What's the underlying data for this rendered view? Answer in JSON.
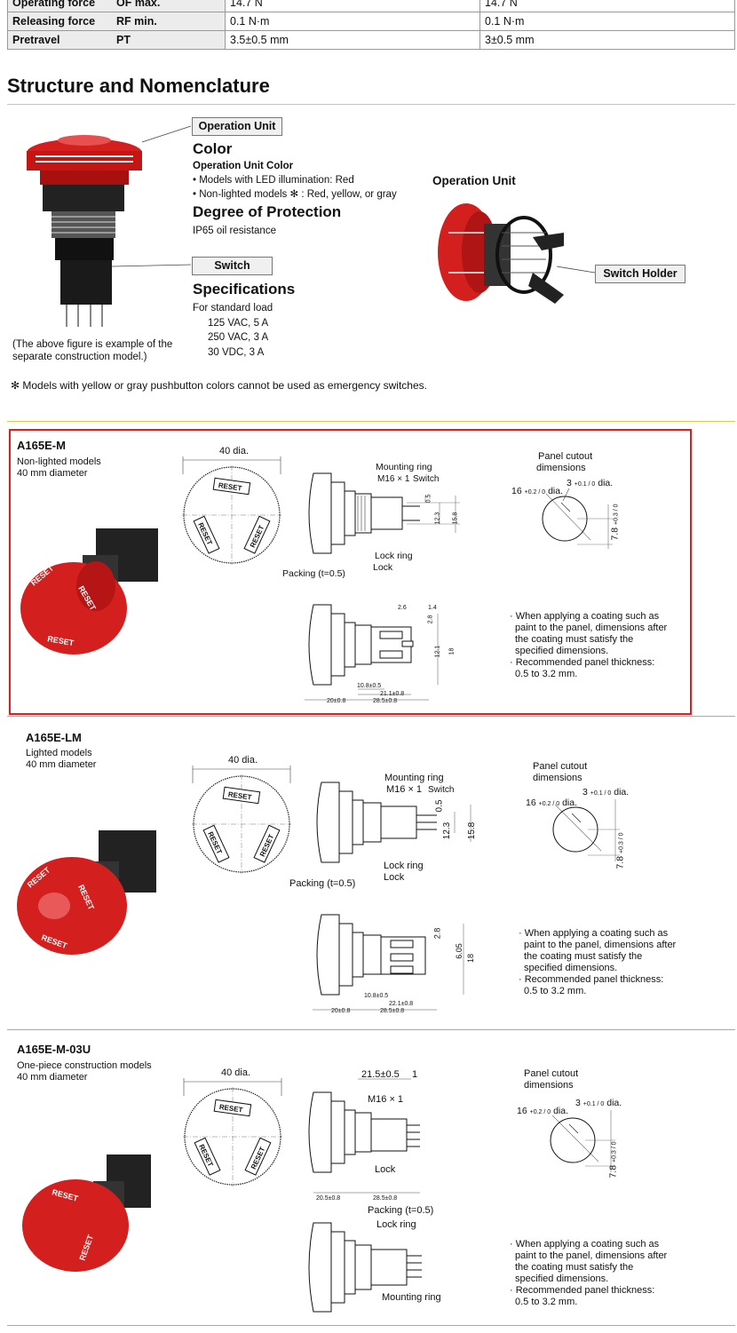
{
  "spec_table": {
    "rows": [
      {
        "name": "Operating force",
        "symbol": "OF max.",
        "value1": "14.7 N",
        "value2": "14.7 N"
      },
      {
        "name": "Releasing force",
        "symbol": "RF min.",
        "value1": "0.1 N·m",
        "value2": "0.1 N·m"
      },
      {
        "name": "Pretravel",
        "symbol": "PT",
        "value1": "3.5±0.5 mm",
        "value2": "3±0.5 mm"
      }
    ]
  },
  "structure": {
    "title": "Structure and Nomenclature",
    "operation_unit_label": "Operation Unit",
    "color_heading": "Color",
    "color_subheading": "Operation Unit Color",
    "color_items": [
      "• Models with LED illumination: Red",
      "• Non-lighted models ✻ : Red, yellow, or gray"
    ],
    "protection_heading": "Degree of Protection",
    "protection_text": "IP65 oil resistance",
    "switch_label": "Switch",
    "spec_heading": "Specifications",
    "spec_lines": [
      "For standard load",
      "125 VAC, 5 A",
      "250 VAC, 3 A",
      "30 VDC, 3 A"
    ],
    "figure_caption": [
      "(The above figure is example of the",
      "separate construction model.)"
    ],
    "right_heading": "Operation Unit",
    "switch_holder_label": "Switch Holder",
    "footnote": "✻ Models with yellow or gray pushbutton colors cannot be used as emergency switches."
  },
  "common": {
    "dia": "40 dia.",
    "reset": "RESET",
    "panel_cutout": [
      "Panel cutout",
      "dimensions"
    ],
    "cutout_16": "16",
    "cutout_16_tol": "+0.2 / 0",
    "cutout_16_dia": "dia.",
    "cutout_3": "3",
    "cutout_3_tol": "+0.1 / 0",
    "cutout_3_dia": "dia.",
    "cutout_78": "7.8",
    "cutout_78_tol": "+0.3 / 0",
    "notes": [
      "· When applying a coating such as paint to the panel, dimensions after the coating must satisfy the specified dimensions.",
      "· Recommended panel thickness: 0.5 to 3.2 mm."
    ]
  },
  "sections": [
    {
      "model": "A165E-M",
      "desc": [
        "Non-lighted models",
        "40 mm diameter"
      ],
      "labels": {
        "mounting_ring": "Mounting ring",
        "m16": "M16 × 1",
        "switch": "Switch",
        "lock_ring": "Lock ring",
        "lock": "Lock",
        "packing": "Packing (t=0.5)"
      },
      "dims_top": [
        "0.5",
        "12.3",
        "15.8"
      ],
      "dims_bottom": [
        "2.6",
        "1.4",
        "2.8",
        "12.1",
        "18",
        "10.8±0.5",
        "21.1±0.8",
        "20±0.8",
        "28.5±0.8"
      ]
    },
    {
      "model": "A165E-LM",
      "desc": [
        "Lighted models",
        "40 mm diameter"
      ],
      "labels": {
        "mounting_ring": "Mounting ring",
        "m16": "M16 × 1",
        "switch": "Switch",
        "lock_ring": "Lock ring",
        "lock": "Lock",
        "packing": "Packing (t=0.5)"
      },
      "dims_top": [
        "0.5",
        "12.3",
        "15.8"
      ],
      "dims_bottom": [
        "2.8",
        "6.05",
        "18",
        "10.8±0.5",
        "22.1±0.8",
        "20±0.8",
        "28.5±0.8"
      ]
    },
    {
      "model": "A165E-M-03U",
      "desc": [
        "One-piece construction models",
        "40 mm diameter"
      ],
      "labels": {
        "dim_top": "21.5±0.5",
        "dim_one": "1",
        "m16": "M16 × 1",
        "lock": "Lock",
        "dim_b1": "20.5±0.8",
        "dim_b2": "28.5±0.8",
        "packing": "Packing (t=0.5)",
        "lock_ring": "Lock ring",
        "mounting_ring": "Mounting ring"
      }
    }
  ]
}
